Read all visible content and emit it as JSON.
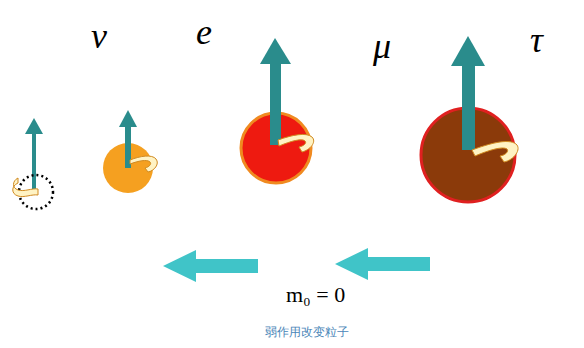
{
  "diagram": {
    "caption": "弱作用改变粒子",
    "labels": [
      "ν",
      "e",
      "μ",
      "τ",
      "m₀ = 0"
    ]
  }
}
